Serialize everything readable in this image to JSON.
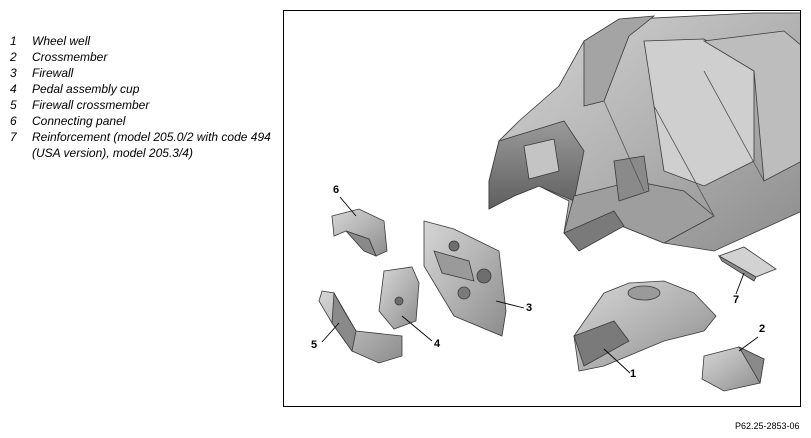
{
  "legend": [
    {
      "num": "1",
      "text": "Wheel well"
    },
    {
      "num": "2",
      "text": "Crossmember"
    },
    {
      "num": "3",
      "text": "Firewall"
    },
    {
      "num": "4",
      "text": "Pedal assembly cup"
    },
    {
      "num": "5",
      "text": "Firewall crossmember"
    },
    {
      "num": "6",
      "text": "Connecting panel"
    },
    {
      "num": "7",
      "text": "Reinforcement (model 205.0/2 with code 494 (USA version), model 205.3/4)"
    }
  ],
  "callouts": [
    "1",
    "2",
    "3",
    "4",
    "5",
    "6",
    "7"
  ],
  "reference_code": "P62.25-2853-06",
  "colors": {
    "metal": "#b9b9b9",
    "metal_dark": "#7f7f7f",
    "outline": "#3a3a3a"
  }
}
